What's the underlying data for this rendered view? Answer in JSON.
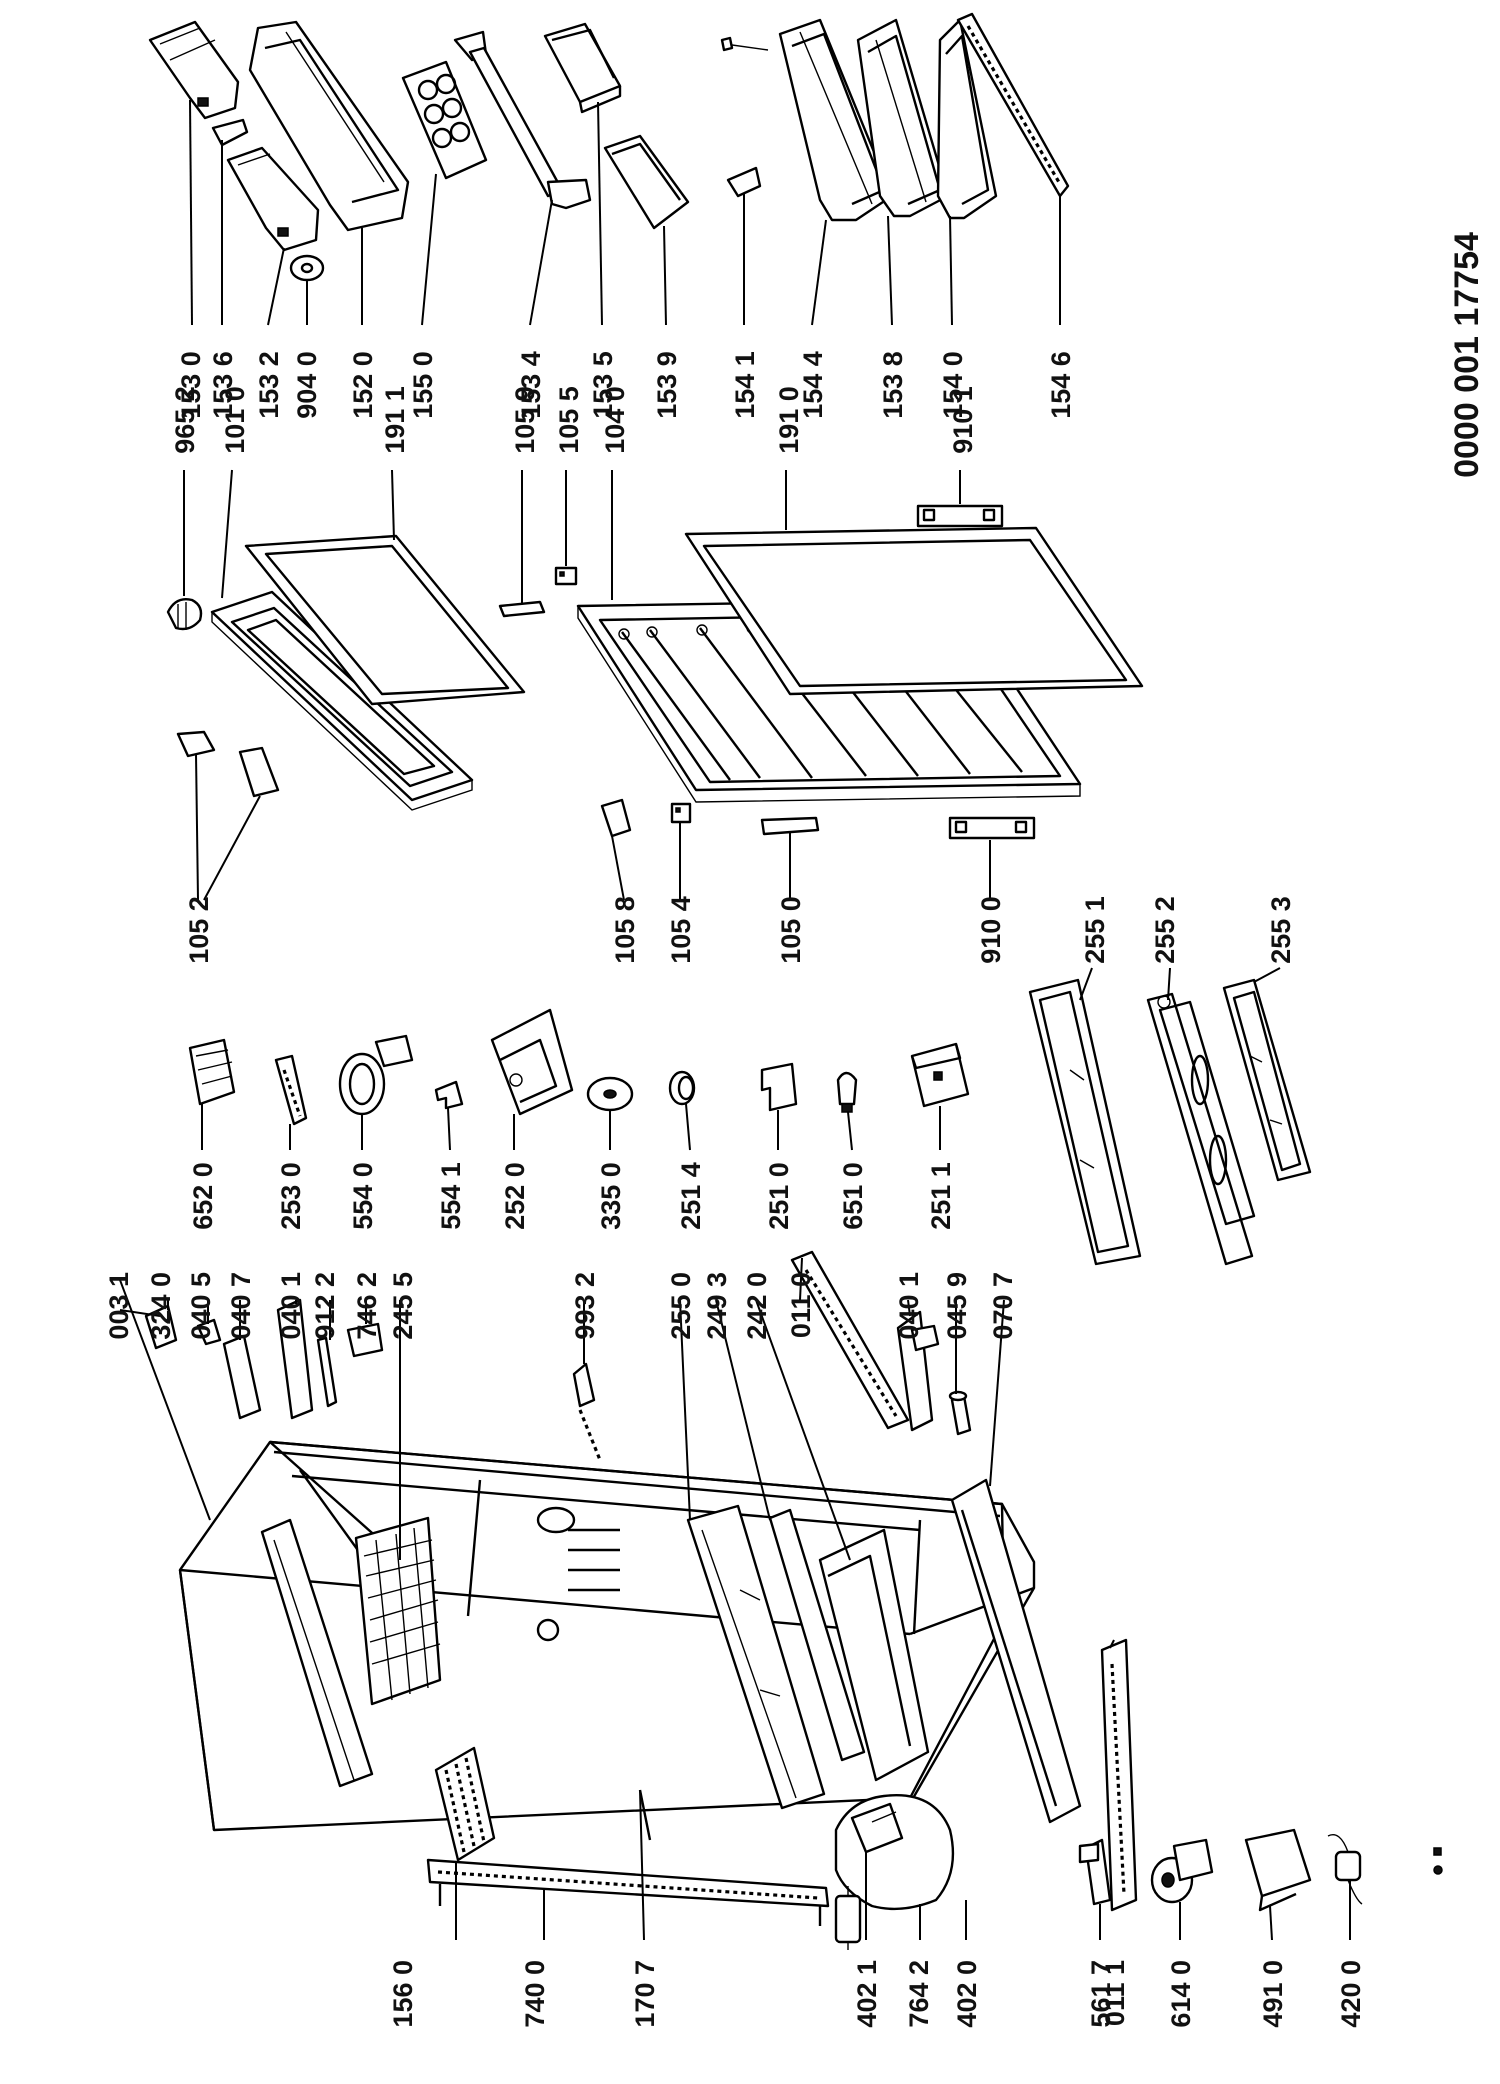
{
  "document_id": "0000 001 17754",
  "top_row_labels": [
    "153 0",
    "153 6",
    "153 2",
    "904 0",
    "152 0",
    "155 0",
    "153 4",
    "153 5",
    "153 9",
    "154 1",
    "154 4",
    "153 8",
    "154 0",
    "154 6"
  ],
  "door_labels": [
    "965 2",
    "101 0",
    "191 1",
    "105 9",
    "105 5",
    "104 0",
    "191 0",
    "910 1",
    "105 2",
    "105 8",
    "105 4",
    "105 0",
    "910 0"
  ],
  "shelf_labels": [
    "255 1",
    "255 2",
    "255 3"
  ],
  "component_labels": [
    "652 0",
    "253 0",
    "554 0",
    "554 1",
    "252 0",
    "335 0",
    "251 4",
    "251 0",
    "651 0",
    "251 1"
  ],
  "cabinet_top_labels": [
    "003 1",
    "324 0",
    "040 5",
    "040 7",
    "040 1",
    "912 2",
    "746 2",
    "245 5",
    "993 2",
    "255 0",
    "249 3",
    "242 0",
    "011 0",
    "040 1",
    "045 9",
    "070 7"
  ],
  "cabinet_bottom_labels": [
    "156 0",
    "740 0",
    "170 7",
    "402 1",
    "764 2",
    "402 0",
    "011 1",
    "561 7",
    "614 0",
    "491 0",
    "420 0"
  ]
}
